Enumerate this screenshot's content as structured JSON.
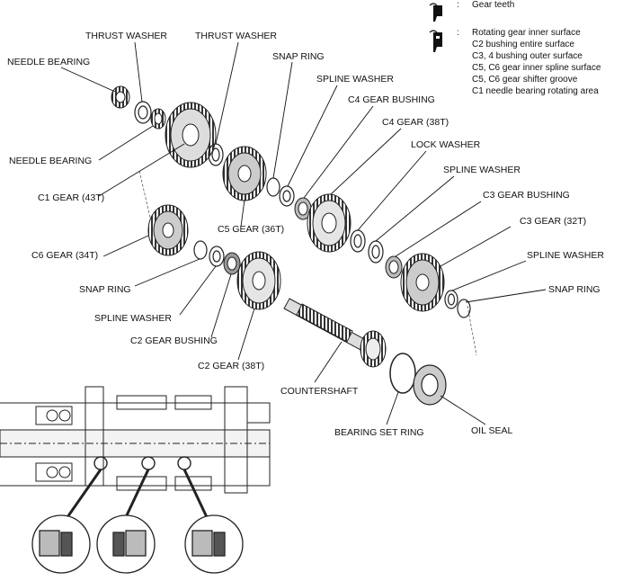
{
  "legend": {
    "item1_text": "Gear teeth",
    "item2_lines": [
      "Rotating gear inner surface",
      "C2 bushing entire surface",
      "C3, 4 bushing outer surface",
      "C5, C6 gear inner spline surface",
      "C5, C6 gear shifter groove",
      "C1 needle bearing rotating area"
    ],
    "separator": ":"
  },
  "parts": {
    "thrust_washer_1": "THRUST WASHER",
    "thrust_washer_2": "THRUST WASHER",
    "needle_bearing_1": "NEEDLE BEARING",
    "needle_bearing_2": "NEEDLE BEARING",
    "snap_ring_1": "SNAP RING",
    "spline_washer_1": "SPLINE WASHER",
    "c4_gear_bushing": "C4 GEAR BUSHING",
    "c4_gear": "C4 GEAR (38T)",
    "lock_washer": "LOCK WASHER",
    "spline_washer_2": "SPLINE WASHER",
    "c3_gear_bushing": "C3 GEAR BUSHING",
    "c3_gear": "C3 GEAR (32T)",
    "spline_washer_3": "SPLINE WASHER",
    "snap_ring_2": "SNAP RING",
    "c1_gear": "C1 GEAR (43T)",
    "c5_gear": "C5 GEAR (36T)",
    "c6_gear": "C6 GEAR (34T)",
    "snap_ring_3": "SNAP RING",
    "spline_washer_4": "SPLINE WASHER",
    "c2_gear_bushing": "C2 GEAR BUSHING",
    "c2_gear": "C2 GEAR (38T)",
    "countershaft": "COUNTERSHAFT",
    "bearing_set_ring": "BEARING SET RING",
    "oil_seal": "OIL SEAL"
  }
}
